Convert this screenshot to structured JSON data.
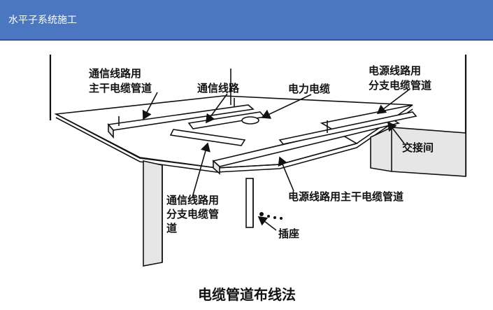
{
  "header": {
    "title": "水平子系统施工"
  },
  "diagram": {
    "labels": {
      "comm_trunk_line1": "通信线路用",
      "comm_trunk_line2": "主干电缆管道",
      "comm_line": "通信线路",
      "power_cable": "电力电缆",
      "power_branch_line1": "电源线路用",
      "power_branch_line2": "分支电缆管道",
      "cross_connect": "交接间",
      "power_trunk": "电源线路用主干电缆管道",
      "comm_branch_line1": "通信线路用",
      "comm_branch_line2": "分支电缆管",
      "comm_branch_line3": "道",
      "socket": "插座"
    },
    "caption": "电缆管道布线法"
  }
}
